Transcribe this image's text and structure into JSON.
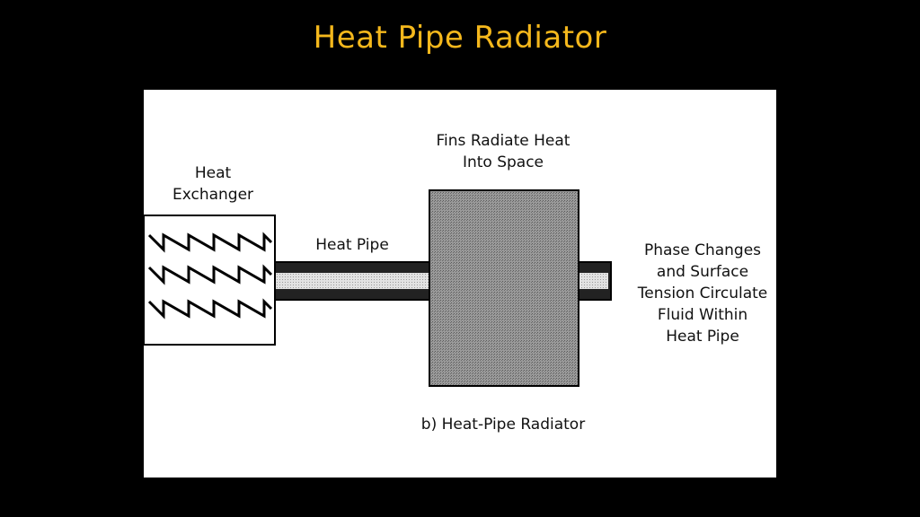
{
  "slide": {
    "title": "Heat Pipe Radiator",
    "title_color": "#F5B81C",
    "background_color": "#000000"
  },
  "diagram": {
    "labels": {
      "heat_exchanger_line1": "Heat",
      "heat_exchanger_line2": "Exchanger",
      "fins_line1": "Fins Radiate Heat",
      "fins_line2": "Into Space",
      "heat_pipe": "Heat Pipe",
      "phase_line1": "Phase Changes",
      "phase_line2": "and Surface",
      "phase_line3": "Tension Circulate",
      "phase_line4": "Fluid Within",
      "phase_line5": "Heat Pipe",
      "caption": "b)  Heat-Pipe Radiator"
    },
    "colors": {
      "panel": "#FFFFFF",
      "fin_block": "#8C8C8C",
      "pipe_core": "#D0D0D0",
      "outline": "#000000"
    }
  }
}
